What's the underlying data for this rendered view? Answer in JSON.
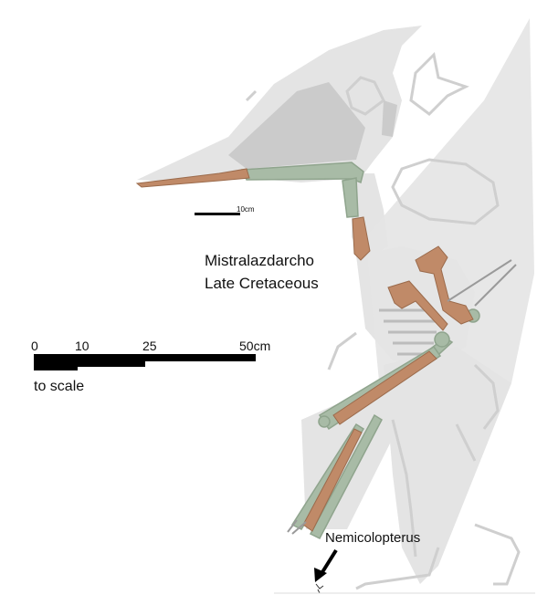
{
  "taxon": {
    "name": "Mistralazdarcho",
    "age": "Late Cretaceous"
  },
  "skull_scale_bar": {
    "label": "10cm"
  },
  "scale_bar": {
    "ticks": [
      "0",
      "10",
      "25",
      "50cm"
    ],
    "caption": "to scale"
  },
  "comparison": {
    "label": "Nemicolopterus"
  },
  "colors": {
    "silhouette": "#e3e3e3",
    "skeleton": "#cfcfcf",
    "cavity": "#cbcbcb",
    "bone_fossil": "#c08a68",
    "bone_restored": "#a8bba6",
    "ink": "#000000"
  }
}
